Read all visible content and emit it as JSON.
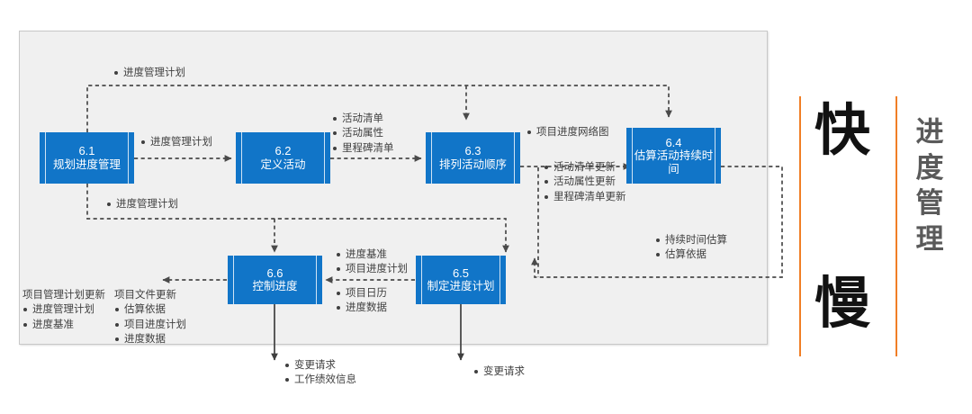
{
  "diagram": {
    "title_chars": {
      "fast": "快",
      "slow": "慢"
    },
    "side_label": "进度管理",
    "accent_color": "#f07e26",
    "box_color": "#1175c8",
    "panel_color": "#f0f0f0",
    "boxes": [
      {
        "id": "6.1",
        "num": "6.1",
        "name": "规划进度管理"
      },
      {
        "id": "6.2",
        "num": "6.2",
        "name": "定义活动"
      },
      {
        "id": "6.3",
        "num": "6.3",
        "name": "排列活动顺序"
      },
      {
        "id": "6.4",
        "num": "6.4",
        "name": "估算活动持续时间"
      },
      {
        "id": "6.5",
        "num": "6.5",
        "name": "制定进度计划"
      },
      {
        "id": "6.6",
        "num": "6.6",
        "name": "控制进度"
      }
    ],
    "annotations": {
      "top_feedback": {
        "items": [
          "进度管理计划"
        ]
      },
      "a61_to_62": {
        "items": [
          "进度管理计划"
        ]
      },
      "mid_feedback": {
        "items": [
          "进度管理计划"
        ]
      },
      "a62_to_63": {
        "items": [
          "活动清单",
          "活动属性",
          "里程碑清单"
        ]
      },
      "a63_to_64": {
        "items": [
          "项目进度网络图"
        ]
      },
      "a63_updates": {
        "items": [
          "活动清单更新",
          "活动属性更新",
          "里程碑清单更新"
        ]
      },
      "a64_outputs": {
        "items": [
          "持续时间估算",
          "估算依据"
        ]
      },
      "a65_to_66_top": {
        "items": [
          "进度基准",
          "项目进度计划"
        ]
      },
      "a65_to_66_bottom": {
        "items": [
          "项目日历",
          "进度数据"
        ]
      },
      "pm_plan_updates": {
        "header": "项目管理计划更新",
        "items": [
          "进度管理计划",
          "进度基准"
        ]
      },
      "doc_updates": {
        "header": "项目文件更新",
        "items": [
          "估算依据",
          "项目进度计划",
          "进度数据"
        ]
      },
      "a66_down": {
        "items": [
          "变更请求",
          "工作绩效信息"
        ]
      },
      "a65_down": {
        "items": [
          "变更请求"
        ]
      }
    }
  }
}
